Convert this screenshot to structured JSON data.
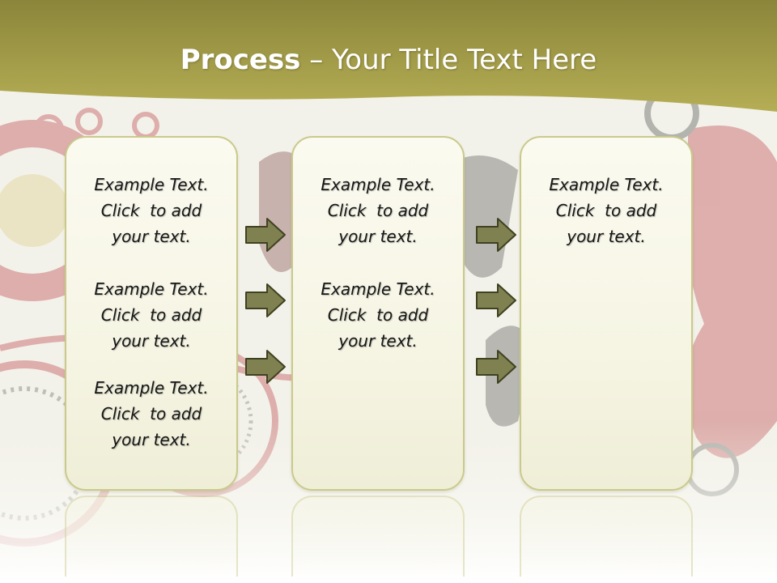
{
  "title": {
    "bold": "Process",
    "rest": " – Your Title Text Here"
  },
  "panels": [
    {
      "blocks": [
        {
          "line1": "Example Text.",
          "line2": "Click  to add",
          "line3": "your text."
        },
        {
          "line1": "Example Text.",
          "line2": "Click  to add",
          "line3": "your text."
        },
        {
          "line1": "Example Text.",
          "line2": "Click  to add",
          "line3": "your text."
        }
      ]
    },
    {
      "blocks": [
        {
          "line1": "Example Text.",
          "line2": "Click  to add",
          "line3": "your text."
        },
        {
          "line1": "Example Text.",
          "line2": "Click  to add",
          "line3": "your text."
        }
      ]
    },
    {
      "blocks": [
        {
          "line1": "Example Text.",
          "line2": "Click  to add",
          "line3": "your text."
        }
      ]
    }
  ],
  "colors": {
    "header_olive": "#8f8a3e",
    "panel_border": "#c9c98c",
    "arrow_fill": "#7f8150",
    "arrow_stroke": "#3f4121"
  }
}
